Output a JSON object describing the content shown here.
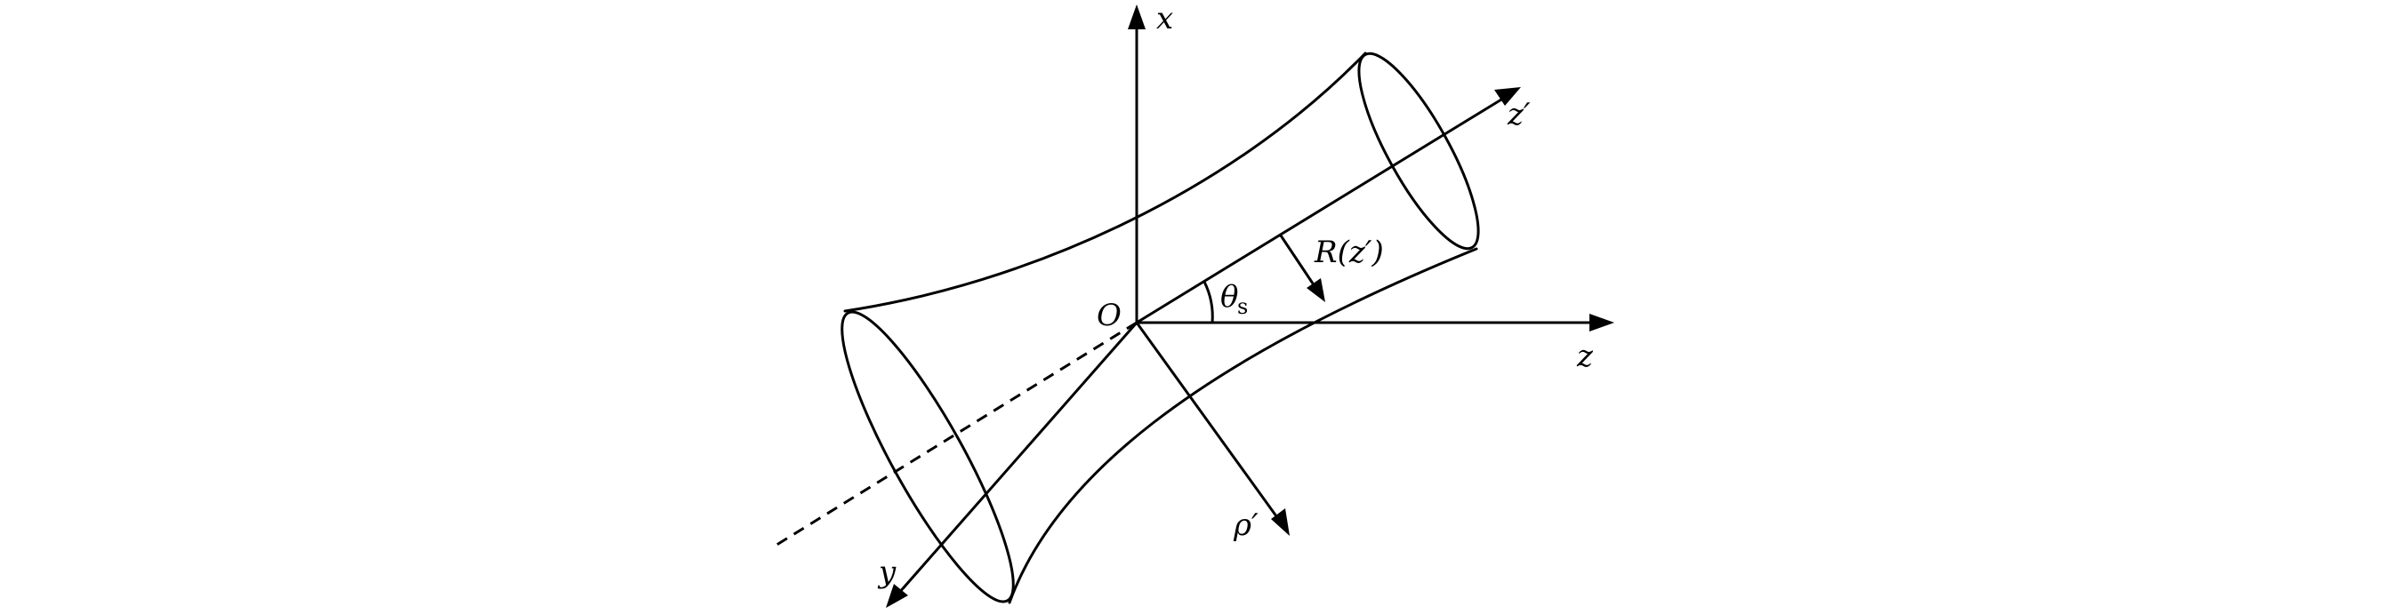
{
  "diagram": {
    "axes": {
      "x_label": "x",
      "y_label": "y",
      "z_label": "z",
      "z_prime_label": "z′",
      "rho_prime_label": "ρ′",
      "origin_label": "O"
    },
    "annotations": {
      "radius_label": "R(z′)",
      "angle_symbol": "θ",
      "angle_subscript": "s"
    },
    "colors": {
      "ink": "#000000",
      "background": "#ffffff"
    }
  }
}
